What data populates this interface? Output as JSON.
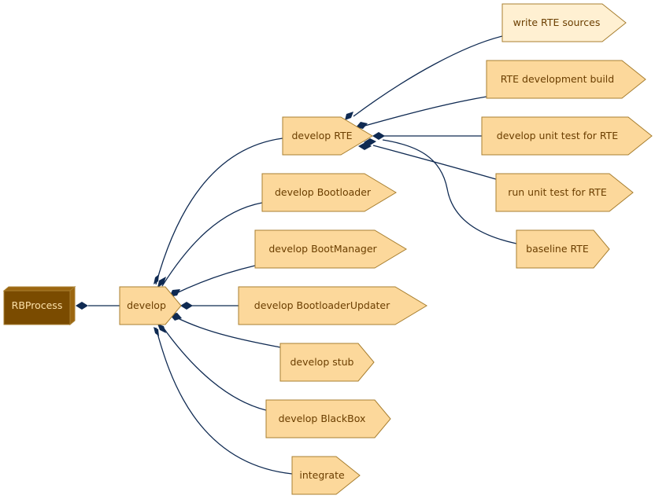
{
  "colors": {
    "edge": "#0f2a52",
    "node_fill": "#fcd89b",
    "node_fill_light": "#fff0d2",
    "node_stroke": "#a87f30",
    "node_text": "#6b3e00",
    "root_fill": "#7a4b00",
    "root_fill_top": "#9b6610",
    "root_text": "#fbe0a8"
  },
  "nodes": {
    "root": {
      "label": "RBProcess"
    },
    "develop": {
      "label": "develop"
    },
    "develop_rte": {
      "label": "develop RTE"
    },
    "bootloader": {
      "label": "develop Bootloader"
    },
    "bootmanager": {
      "label": "develop BootManager"
    },
    "bl_updater": {
      "label": "develop BootloaderUpdater"
    },
    "stub": {
      "label": "develop stub"
    },
    "blackbox": {
      "label": "develop BlackBox"
    },
    "integrate": {
      "label": "integrate"
    },
    "write_rte": {
      "label": "write RTE sources"
    },
    "rte_build": {
      "label": "RTE development build"
    },
    "rte_unit_dev": {
      "label": "develop unit test for RTE"
    },
    "rte_unit_run": {
      "label": "run unit test for RTE"
    },
    "baseline_rte": {
      "label": "baseline RTE"
    }
  }
}
